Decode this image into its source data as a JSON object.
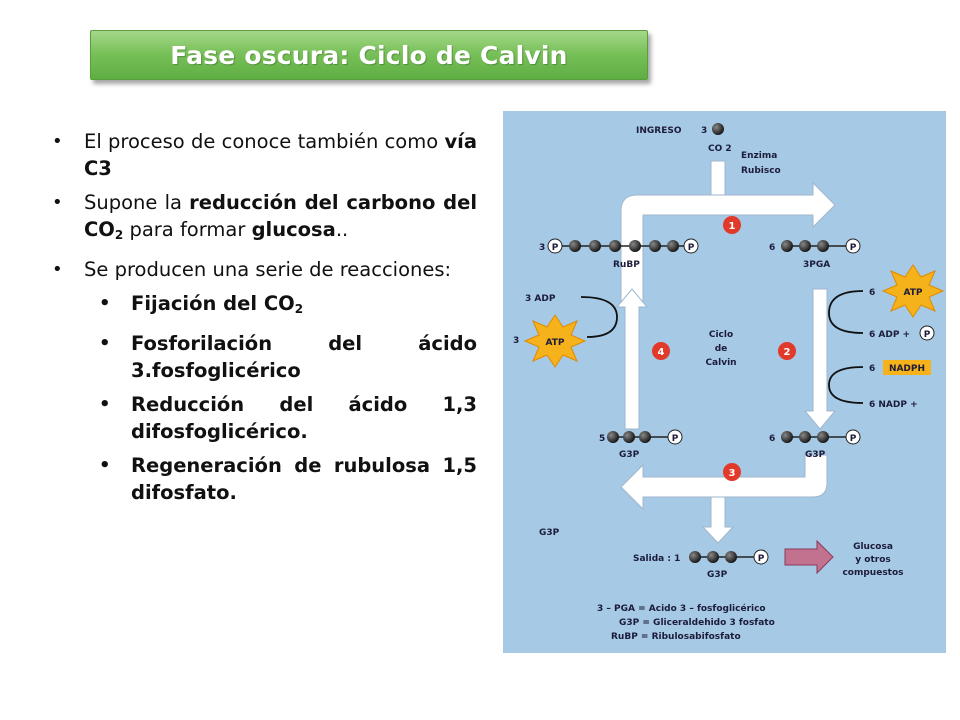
{
  "title": "Fase oscura: Ciclo de Calvin",
  "bullets": {
    "b1_text": "El proceso de conoce también como ",
    "b1_bold": "vía C3",
    "b2_a": "Supone la ",
    "b2_bold1": "reducción del carbono del CO",
    "b2_sub": "2",
    "b2_b": " para formar ",
    "b2_bold2": "glucosa",
    "b2_c": "..",
    "b3_text": "Se producen una serie de reacciones:",
    "sub1_text": "Fijación del CO",
    "sub1_sub": "2",
    "sub2_text": "Fosforilación del ácido 3.fosfoglicérico",
    "sub3_text": "Reducción del ácido 1,3 difosfoglicérico.",
    "sub4_text": "Regeneración de rubulosa 1,5 difosfato."
  },
  "diagram": {
    "ingreso": "INGRESO",
    "ingreso_num": "3",
    "co2": "CO 2",
    "enzima": "Enzima",
    "rubisco": "Rubisco",
    "step1": "1",
    "step2": "2",
    "step3": "3",
    "step4": "4",
    "rubp_count": "3",
    "rubp": "RuBP",
    "pga_count": "6",
    "pga": "3PGA",
    "atp_in_count": "6",
    "atp": "ATP",
    "adp_out": "6 ADP +",
    "nadph_count": "6",
    "nadph": "NADPH",
    "nadp_out": "6 NADP +",
    "adp_left": "3 ADP",
    "atp_left_count": "3",
    "ciclo": "Ciclo",
    "de": "de",
    "calvin": "Calvin",
    "g3p_left_count": "5",
    "g3p_left": "G3P",
    "g3p_right_count": "6",
    "g3p_right": "G3P",
    "g3p_side": "G3P",
    "salida": "Salida : 1",
    "salida_g3p": "G3P",
    "glucosa_1": "Glucosa",
    "glucosa_2": "y otros",
    "glucosa_3": "compuestos",
    "p": "P",
    "legend_1": "3 – PGA = Acido 3 – fosfoglicérico",
    "legend_2": "G3P = Gliceraldehido 3 fosfato",
    "legend_3": "RuBP = Ribulosabifosfato"
  }
}
